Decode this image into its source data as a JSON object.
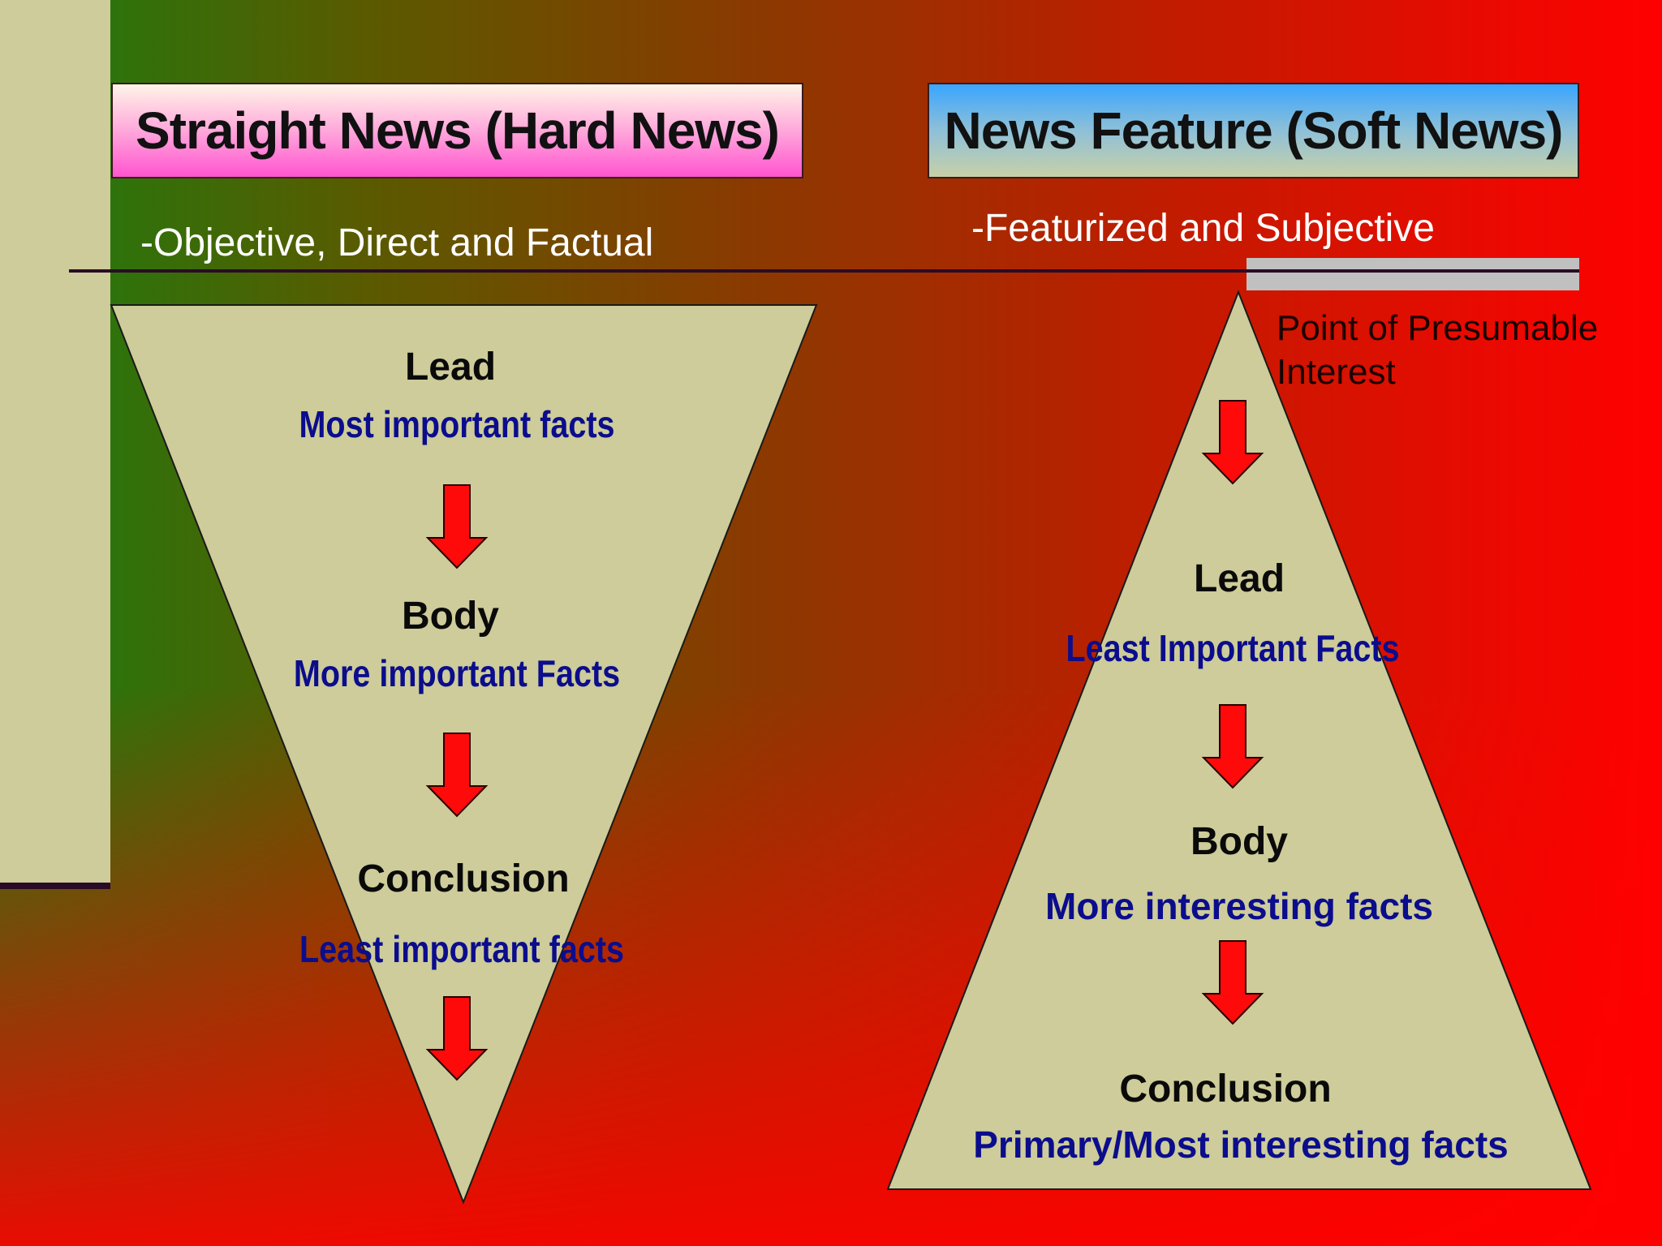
{
  "left": {
    "title": "Straight News (Hard News)",
    "subtitle": "-Objective, Direct and Factual",
    "sections": [
      {
        "heading": "Lead",
        "detail": "Most important facts"
      },
      {
        "heading": "Body",
        "detail": "More important Facts"
      },
      {
        "heading": "Conclusion",
        "detail": "Least important facts"
      }
    ]
  },
  "right": {
    "title": "News Feature (Soft News)",
    "subtitle": "-Featurized and Subjective",
    "annotation": "Point of Presumable Interest",
    "sections": [
      {
        "heading": "Lead",
        "detail": "Least Important Facts"
      },
      {
        "heading": "Body",
        "detail": "More interesting facts"
      },
      {
        "heading": "Conclusion",
        "detail": "Primary/Most interesting facts"
      }
    ]
  },
  "colors": {
    "triangle_fill": "#cdcc9a",
    "arrow_fill": "#ff0a0a",
    "heading_text": "#0a0a0a",
    "detail_text": "#0b0d8c"
  }
}
